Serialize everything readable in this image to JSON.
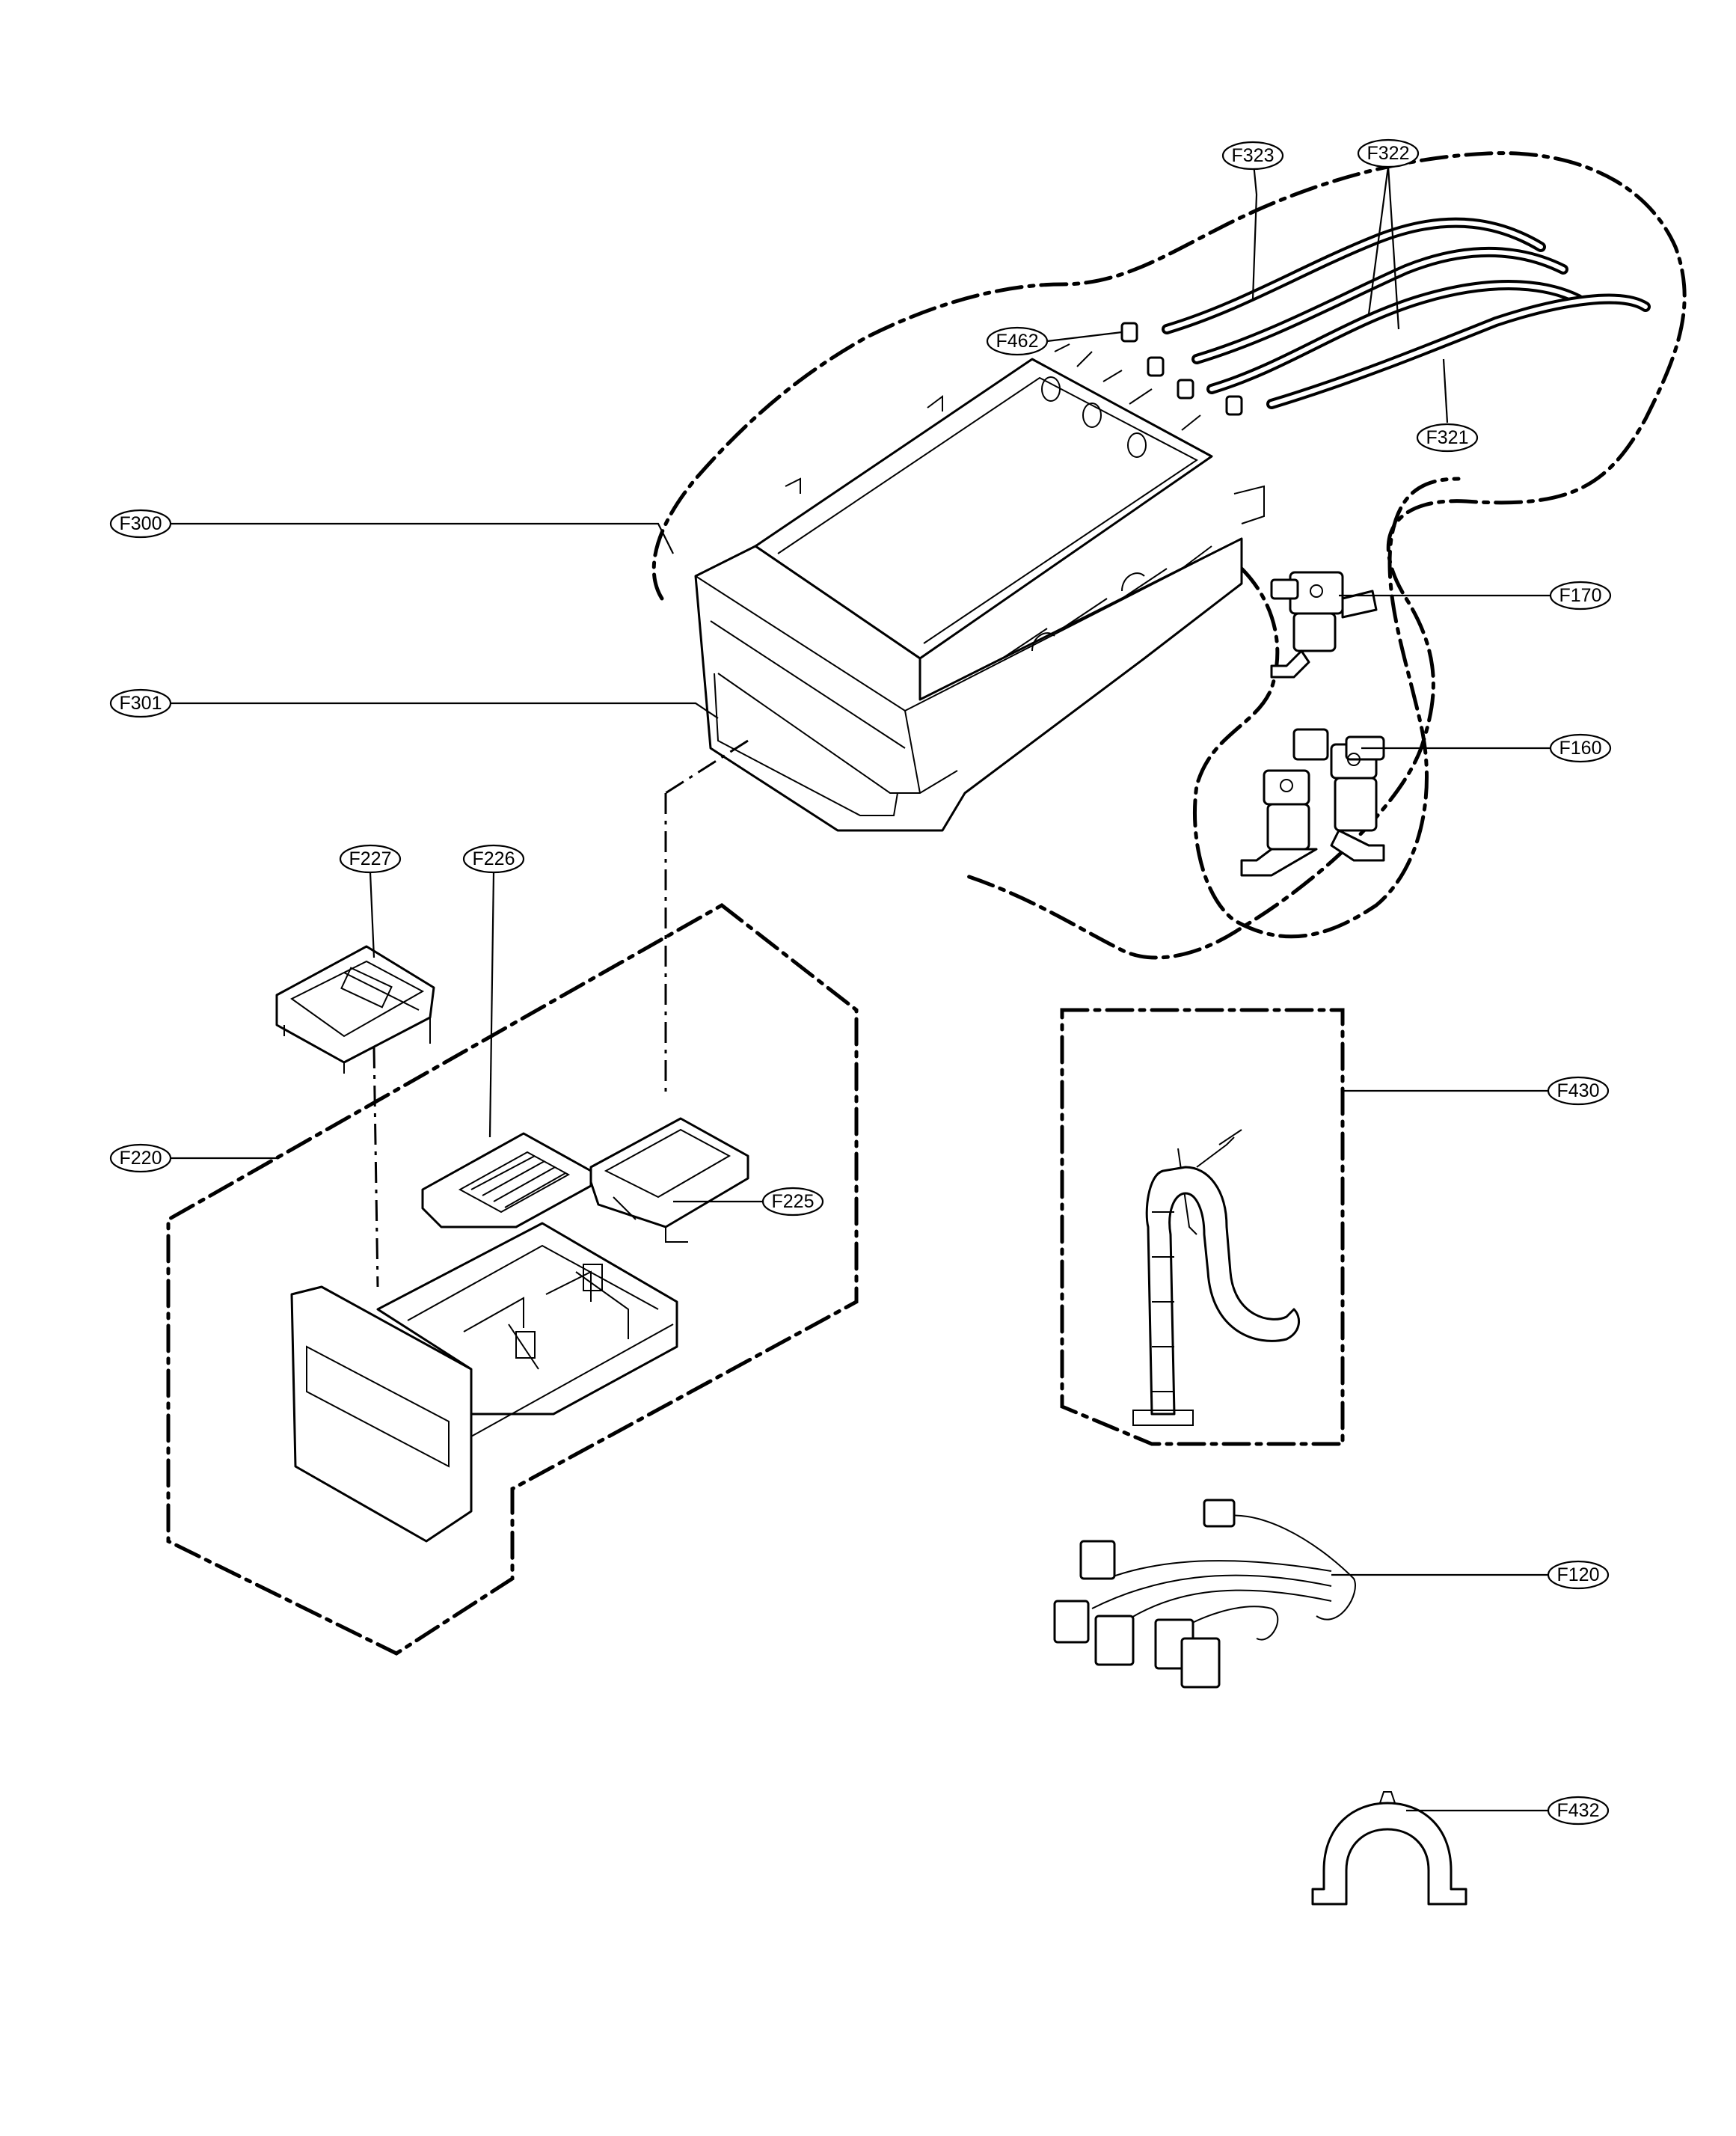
{
  "callouts": [
    {
      "id": "F323",
      "label": "F323"
    },
    {
      "id": "F322",
      "label": "F322"
    },
    {
      "id": "F462",
      "label": "F462"
    },
    {
      "id": "F321",
      "label": "F321"
    },
    {
      "id": "F300",
      "label": "F300"
    },
    {
      "id": "F170",
      "label": "F170"
    },
    {
      "id": "F301",
      "label": "F301"
    },
    {
      "id": "F160",
      "label": "F160"
    },
    {
      "id": "F227",
      "label": "F227"
    },
    {
      "id": "F226",
      "label": "F226"
    },
    {
      "id": "F430",
      "label": "F430"
    },
    {
      "id": "F220",
      "label": "F220"
    },
    {
      "id": "F225",
      "label": "F225"
    },
    {
      "id": "F120",
      "label": "F120"
    },
    {
      "id": "F432",
      "label": "F432"
    }
  ]
}
